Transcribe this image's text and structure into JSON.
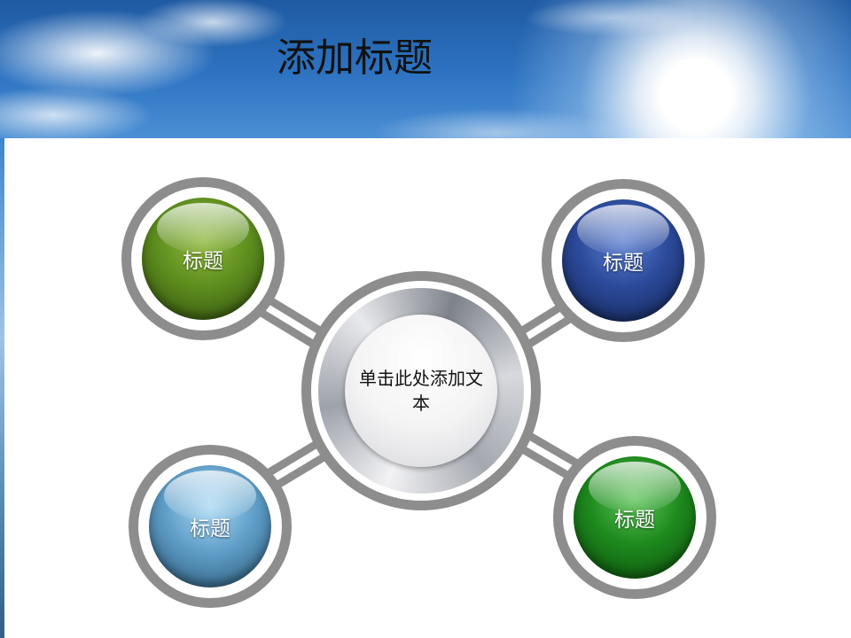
{
  "slide": {
    "title": "添加标题"
  },
  "diagram": {
    "center_text": "单击此处添加文本",
    "nodes": [
      {
        "label": "标题",
        "color": "#5f8f1f"
      },
      {
        "label": "标题",
        "color": "#2b4a9a"
      },
      {
        "label": "标题",
        "color": "#5f9ec8"
      },
      {
        "label": "标题",
        "color": "#1e8a1e"
      }
    ]
  }
}
